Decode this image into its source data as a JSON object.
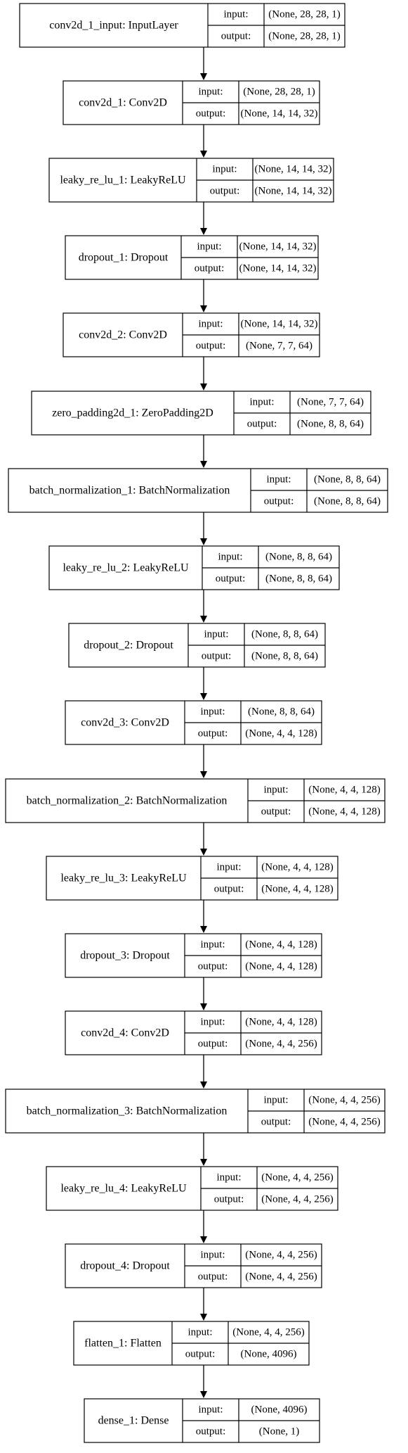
{
  "ports": {
    "input": "input:",
    "output": "output:"
  },
  "layers": [
    {
      "name": "conv2d_1_input: InputLayer",
      "input": "(None, 28, 28, 1)",
      "output": "(None, 28, 28, 1)"
    },
    {
      "name": "conv2d_1: Conv2D",
      "input": "(None, 28, 28, 1)",
      "output": "(None, 14, 14, 32)"
    },
    {
      "name": "leaky_re_lu_1: LeakyReLU",
      "input": "(None, 14, 14, 32)",
      "output": "(None, 14, 14, 32)"
    },
    {
      "name": "dropout_1: Dropout",
      "input": "(None, 14, 14, 32)",
      "output": "(None, 14, 14, 32)"
    },
    {
      "name": "conv2d_2: Conv2D",
      "input": "(None, 14, 14, 32)",
      "output": "(None, 7, 7, 64)"
    },
    {
      "name": "zero_padding2d_1: ZeroPadding2D",
      "input": "(None, 7, 7, 64)",
      "output": "(None, 8, 8, 64)"
    },
    {
      "name": "batch_normalization_1: BatchNormalization",
      "input": "(None, 8, 8, 64)",
      "output": "(None, 8, 8, 64)"
    },
    {
      "name": "leaky_re_lu_2: LeakyReLU",
      "input": "(None, 8, 8, 64)",
      "output": "(None, 8, 8, 64)"
    },
    {
      "name": "dropout_2: Dropout",
      "input": "(None, 8, 8, 64)",
      "output": "(None, 8, 8, 64)"
    },
    {
      "name": "conv2d_3: Conv2D",
      "input": "(None, 8, 8, 64)",
      "output": "(None, 4, 4, 128)"
    },
    {
      "name": "batch_normalization_2: BatchNormalization",
      "input": "(None, 4, 4, 128)",
      "output": "(None, 4, 4, 128)"
    },
    {
      "name": "leaky_re_lu_3: LeakyReLU",
      "input": "(None, 4, 4, 128)",
      "output": "(None, 4, 4, 128)"
    },
    {
      "name": "dropout_3: Dropout",
      "input": "(None, 4, 4, 128)",
      "output": "(None, 4, 4, 128)"
    },
    {
      "name": "conv2d_4: Conv2D",
      "input": "(None, 4, 4, 128)",
      "output": "(None, 4, 4, 256)"
    },
    {
      "name": "batch_normalization_3: BatchNormalization",
      "input": "(None, 4, 4, 256)",
      "output": "(None, 4, 4, 256)"
    },
    {
      "name": "leaky_re_lu_4: LeakyReLU",
      "input": "(None, 4, 4, 256)",
      "output": "(None, 4, 4, 256)"
    },
    {
      "name": "dropout_4: Dropout",
      "input": "(None, 4, 4, 256)",
      "output": "(None, 4, 4, 256)"
    },
    {
      "name": "flatten_1: Flatten",
      "input": "(None, 4, 4, 256)",
      "output": "(None, 4096)"
    },
    {
      "name": "dense_1: Dense",
      "input": "(None, 4096)",
      "output": "(None, 1)"
    }
  ]
}
